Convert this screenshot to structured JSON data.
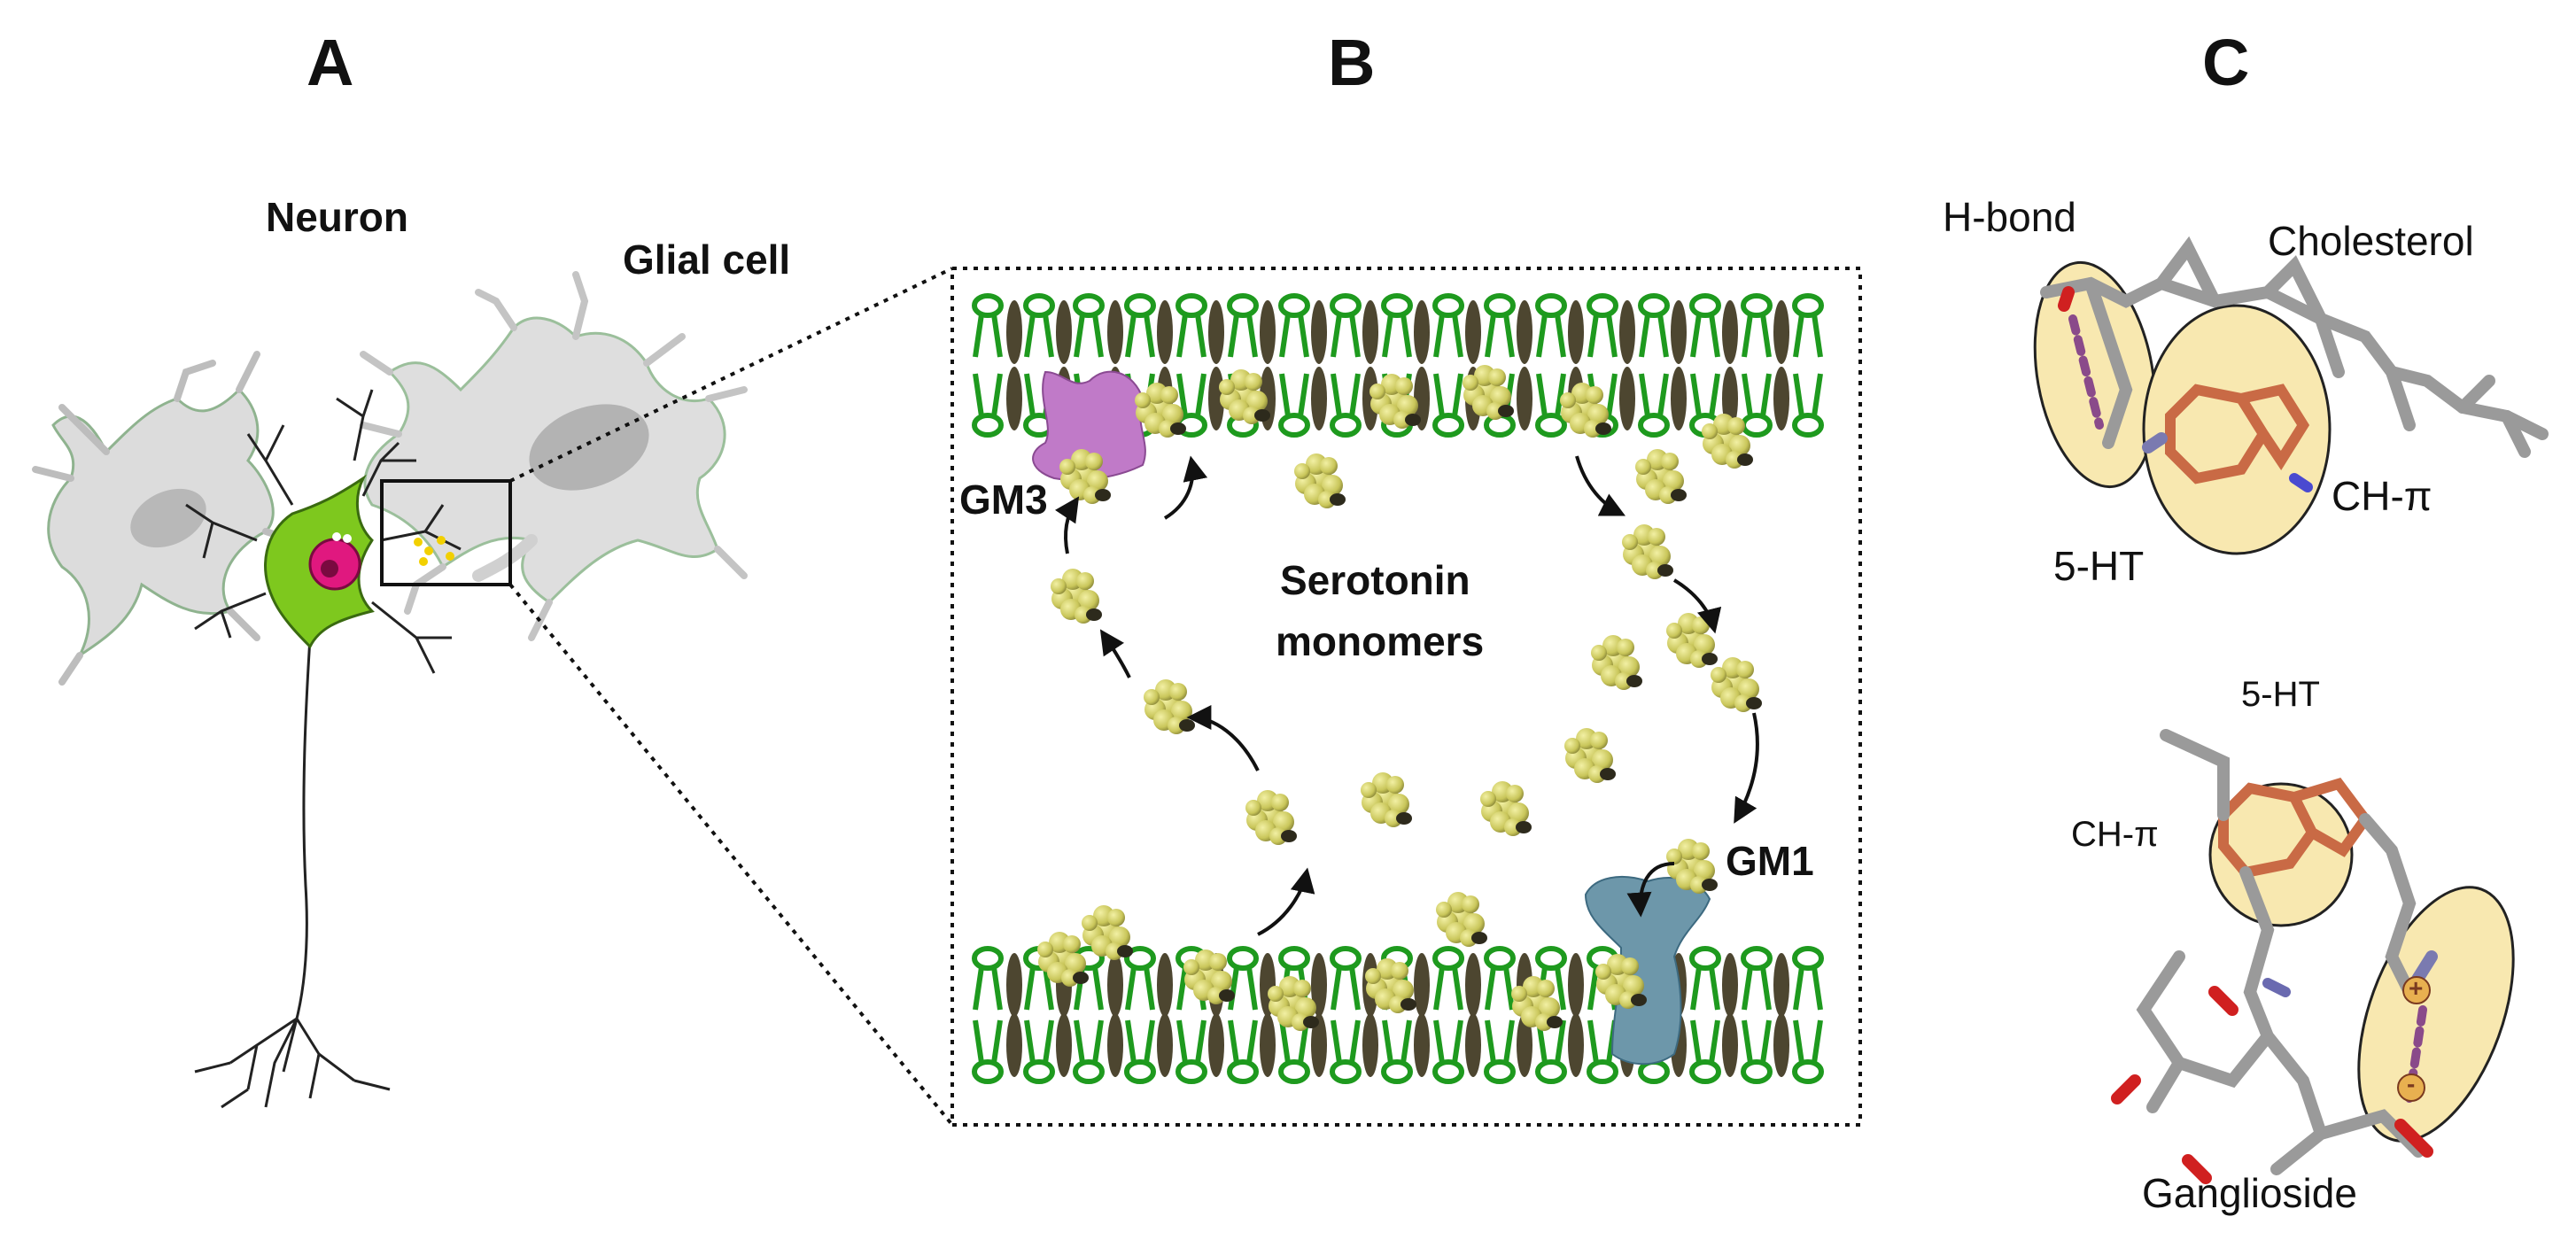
{
  "panels": {
    "a": {
      "letter": "A",
      "neuron_label": "Neuron",
      "glial_label": "Glial cell"
    },
    "b": {
      "letter": "B",
      "serotonin_label_line1": "Serotonin",
      "serotonin_label_line2": "monomers",
      "gm3_label": "GM3",
      "gm1_label": "GM1"
    },
    "c": {
      "letter": "C",
      "hbond_label": "H-bond",
      "cholesterol_label": "Cholesterol",
      "ch_pi_label_top": "CH-π",
      "serotonin_label_top": "5-HT",
      "serotonin_label_bottom": "5-HT",
      "ch_pi_label_bottom": "CH-π",
      "ganglioside_label": "Ganglioside",
      "plus_sign": "+",
      "minus_sign": "-"
    }
  },
  "colors": {
    "lipid_green": "#1e9a1e",
    "cholesterol_brown": "#4d4630",
    "serotonin_yellow": "#d9d76a",
    "gm3_pink": "#c07ac8",
    "gm1_blue": "#6d97aa",
    "neuron_green": "#7ec81e",
    "nucleus_pink": "#e0187f",
    "glia_gray": "#d9d9d9",
    "highlight_yellow": "#f8e8b0",
    "arrow_black": "#111111",
    "hbond_purple": "#8a4a8a"
  }
}
